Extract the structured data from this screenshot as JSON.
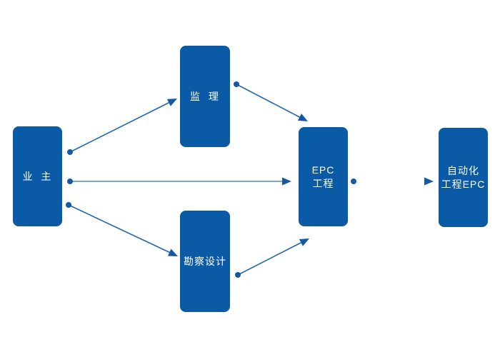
{
  "diagram": {
    "background_color": "#ffffff",
    "node_fill_color": "#0b5aa5",
    "node_text_color": "#ffffff",
    "connector_color": "#1f63ae",
    "connector_light_color": "#7aa6d6",
    "connector_start_style": "dot",
    "connector_end_style": "triangle-arrow",
    "nodes": {
      "owner": {
        "label": "业 主"
      },
      "supervision": {
        "label": "监 理"
      },
      "survey_design": {
        "label": "勘察设计"
      },
      "epc": {
        "label_line1": "EPC",
        "label_line2": "工程"
      },
      "automation_epc": {
        "label_line1": "自动化",
        "label_line2": "工程EPC"
      }
    },
    "edges": [
      {
        "from": "owner",
        "to": "supervision"
      },
      {
        "from": "owner",
        "to": "epc"
      },
      {
        "from": "owner",
        "to": "survey_design"
      },
      {
        "from": "supervision",
        "to": "epc"
      },
      {
        "from": "survey_design",
        "to": "epc"
      },
      {
        "from": "epc",
        "to": "automation_epc"
      }
    ]
  }
}
